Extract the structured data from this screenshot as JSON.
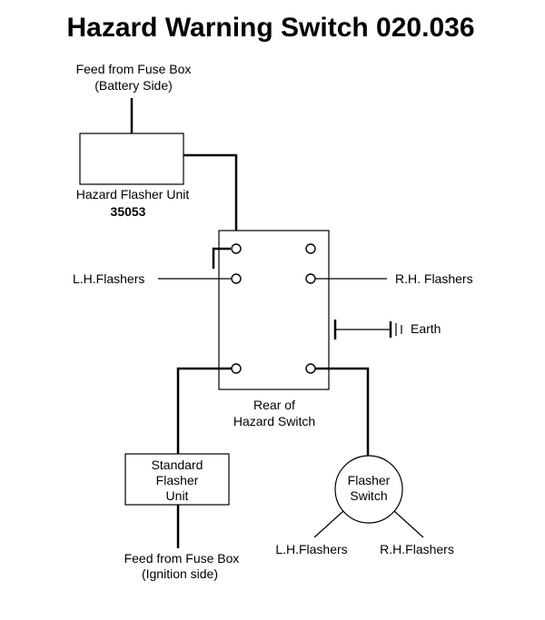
{
  "title": "Hazard Warning Switch 020.036",
  "feed_top": {
    "line1": "Feed from Fuse Box",
    "line2": "(Battery Side)"
  },
  "hazard_flasher_unit": {
    "label": "Hazard Flasher Unit",
    "part_number": "35053"
  },
  "hazard_switch": {
    "line1": "Rear of",
    "line2": "Hazard Switch"
  },
  "lh_flashers_label": "L.H.Flashers",
  "rh_flashers_label": "R.H. Flashers",
  "earth_label": "Earth",
  "standard_flasher_unit": {
    "line1": "Standard",
    "line2": "Flasher",
    "line3": "Unit"
  },
  "feed_bottom": {
    "line1": "Feed from Fuse Box",
    "line2": "(Ignition side)"
  },
  "flasher_switch": {
    "line1": "Flasher",
    "line2": "Switch",
    "lh_label": "L.H.Flashers",
    "rh_label": "R.H.Flashers"
  },
  "colors": {
    "line": "#000000",
    "background": "#ffffff"
  }
}
